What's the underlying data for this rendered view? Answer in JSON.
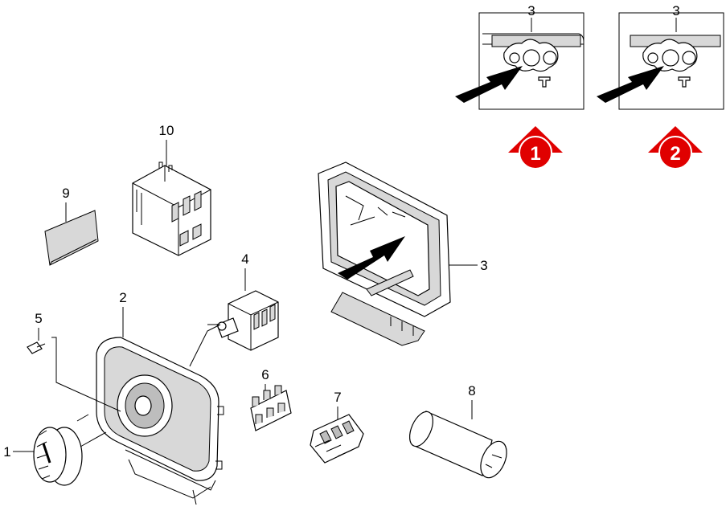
{
  "labels": {
    "p1": "1",
    "p2": "2",
    "p3_main": "3",
    "p3_inset_a": "3",
    "p3_inset_b": "3",
    "p4": "4",
    "p5": "5",
    "p6": "6",
    "p7": "7",
    "p8": "8",
    "p9": "9",
    "p10": "10"
  },
  "badges": {
    "first": "1",
    "second": "2"
  },
  "colors": {
    "badge": "#e00000",
    "line": "#000000",
    "fill": "#ffffff",
    "shade": "#d8d8d8"
  }
}
